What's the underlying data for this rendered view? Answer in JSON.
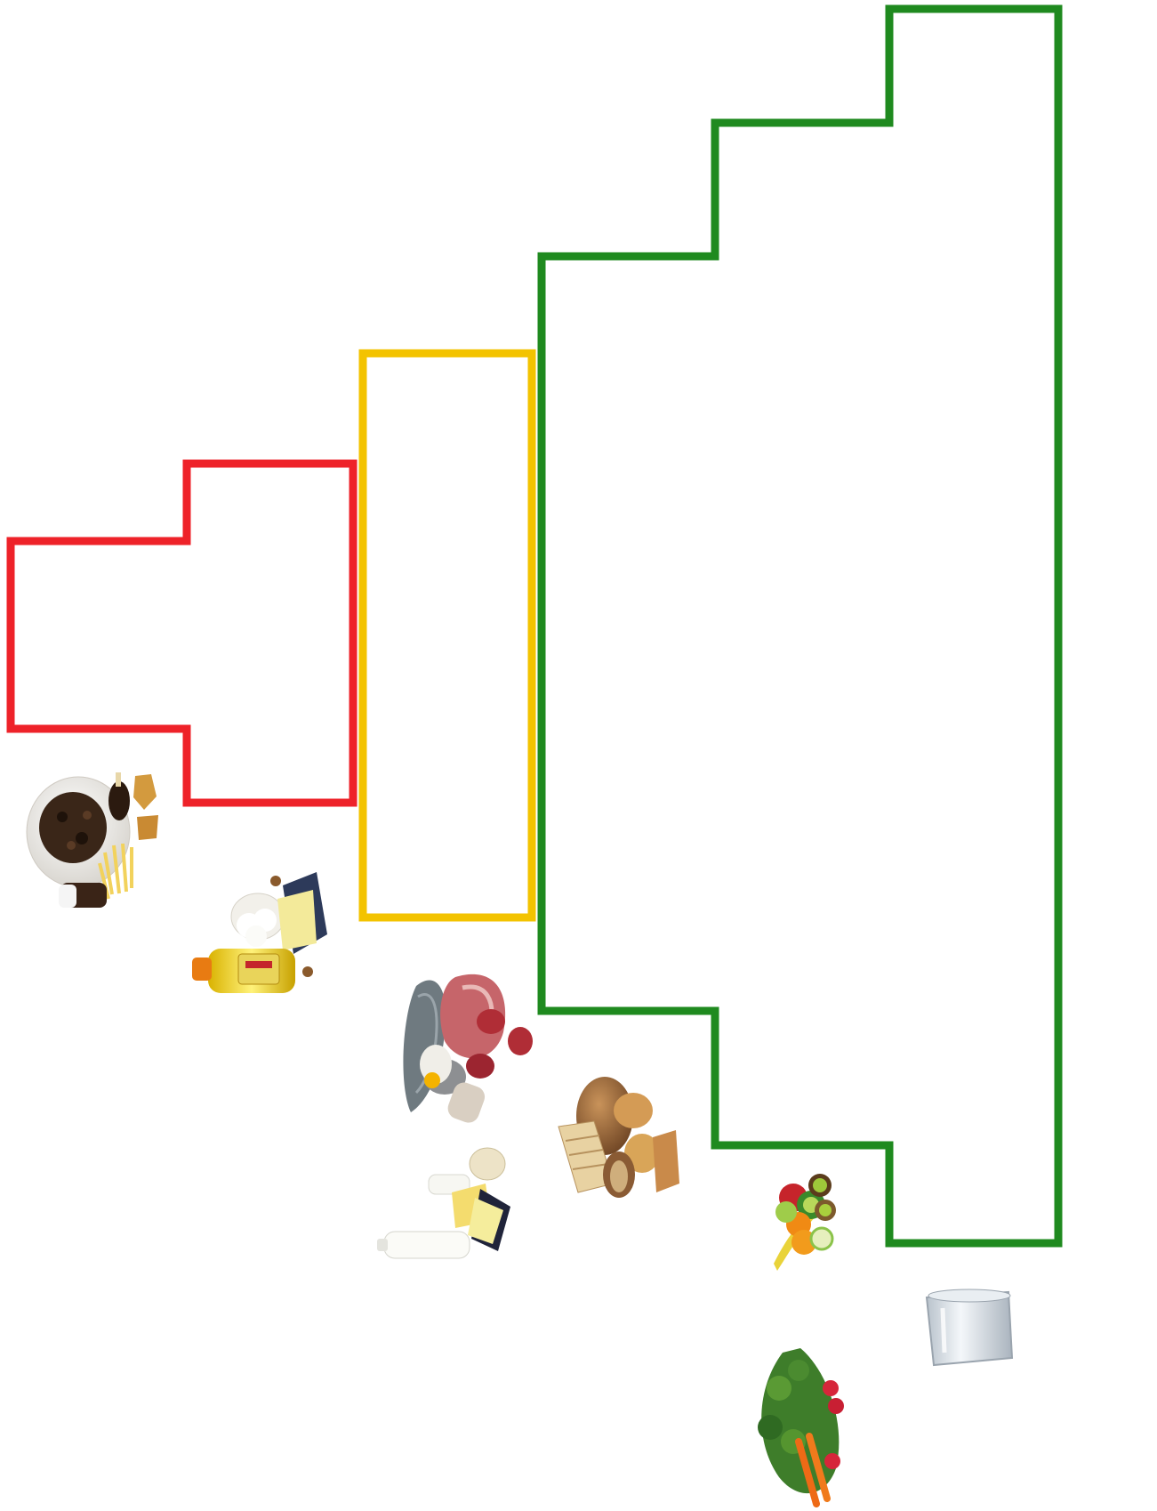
{
  "diagram": {
    "type": "food-pyramid-steps",
    "zones": [
      {
        "name": "red",
        "color": "#ee2229"
      },
      {
        "name": "yellow",
        "color": "#f3c300"
      },
      {
        "name": "green",
        "color": "#1f8a1f"
      }
    ],
    "food_groups": [
      {
        "name": "sweets-snacks",
        "icon": "cake-chocolate-fries-icon"
      },
      {
        "name": "fats-oils",
        "icon": "oil-butter-cream-icon"
      },
      {
        "name": "meat-fish-eggs",
        "icon": "meat-fish-egg-icon"
      },
      {
        "name": "dairy",
        "icon": "milk-cheese-icon"
      },
      {
        "name": "bread-cereals",
        "icon": "bread-icon"
      },
      {
        "name": "fruit",
        "icon": "fruit-icon"
      },
      {
        "name": "vegetables",
        "icon": "vegetables-icon"
      },
      {
        "name": "water",
        "icon": "water-glass-icon"
      }
    ]
  }
}
